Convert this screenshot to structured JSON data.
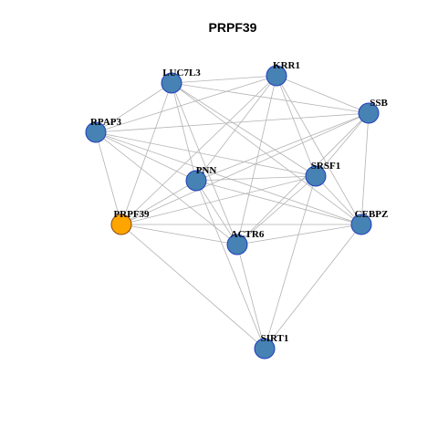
{
  "title": "PRPF39",
  "colors": {
    "node": "#4682B4",
    "node_border": "#1F3DBD",
    "highlight": "#FFA500",
    "highlight_border": "#8B4513",
    "edge": "#B3B3B3"
  },
  "nodes": [
    {
      "id": "LUC7L3",
      "label": "LUC7L3",
      "highlight": false
    },
    {
      "id": "KRR1",
      "label": "KRR1",
      "highlight": false
    },
    {
      "id": "SSB",
      "label": "SSB",
      "highlight": false
    },
    {
      "id": "RPAP3",
      "label": "RPAP3",
      "highlight": false
    },
    {
      "id": "PNN",
      "label": "PNN",
      "highlight": false
    },
    {
      "id": "SRSF1",
      "label": "SRSF1",
      "highlight": false
    },
    {
      "id": "PRPF39",
      "label": "PRPF39",
      "highlight": true
    },
    {
      "id": "CEBPZ",
      "label": "CEBPZ",
      "highlight": false
    },
    {
      "id": "ACTR6",
      "label": "ACTR6",
      "highlight": false
    },
    {
      "id": "SIRT1",
      "label": "SIRT1",
      "highlight": false
    }
  ],
  "edges": [
    [
      "LUC7L3",
      "KRR1"
    ],
    [
      "LUC7L3",
      "SSB"
    ],
    [
      "LUC7L3",
      "RPAP3"
    ],
    [
      "LUC7L3",
      "PNN"
    ],
    [
      "LUC7L3",
      "SRSF1"
    ],
    [
      "LUC7L3",
      "PRPF39"
    ],
    [
      "LUC7L3",
      "CEBPZ"
    ],
    [
      "LUC7L3",
      "ACTR6"
    ],
    [
      "KRR1",
      "SSB"
    ],
    [
      "KRR1",
      "RPAP3"
    ],
    [
      "KRR1",
      "PNN"
    ],
    [
      "KRR1",
      "SRSF1"
    ],
    [
      "KRR1",
      "PRPF39"
    ],
    [
      "KRR1",
      "CEBPZ"
    ],
    [
      "KRR1",
      "ACTR6"
    ],
    [
      "SSB",
      "RPAP3"
    ],
    [
      "SSB",
      "PNN"
    ],
    [
      "SSB",
      "SRSF1"
    ],
    [
      "SSB",
      "PRPF39"
    ],
    [
      "SSB",
      "CEBPZ"
    ],
    [
      "SSB",
      "ACTR6"
    ],
    [
      "RPAP3",
      "PNN"
    ],
    [
      "RPAP3",
      "SRSF1"
    ],
    [
      "RPAP3",
      "PRPF39"
    ],
    [
      "RPAP3",
      "CEBPZ"
    ],
    [
      "RPAP3",
      "ACTR6"
    ],
    [
      "PNN",
      "SRSF1"
    ],
    [
      "PNN",
      "PRPF39"
    ],
    [
      "PNN",
      "CEBPZ"
    ],
    [
      "PNN",
      "ACTR6"
    ],
    [
      "PNN",
      "SIRT1"
    ],
    [
      "SRSF1",
      "PRPF39"
    ],
    [
      "SRSF1",
      "CEBPZ"
    ],
    [
      "SRSF1",
      "ACTR6"
    ],
    [
      "SRSF1",
      "SIRT1"
    ],
    [
      "PRPF39",
      "CEBPZ"
    ],
    [
      "PRPF39",
      "ACTR6"
    ],
    [
      "PRPF39",
      "SIRT1"
    ],
    [
      "CEBPZ",
      "ACTR6"
    ],
    [
      "CEBPZ",
      "SIRT1"
    ],
    [
      "ACTR6",
      "SIRT1"
    ]
  ]
}
